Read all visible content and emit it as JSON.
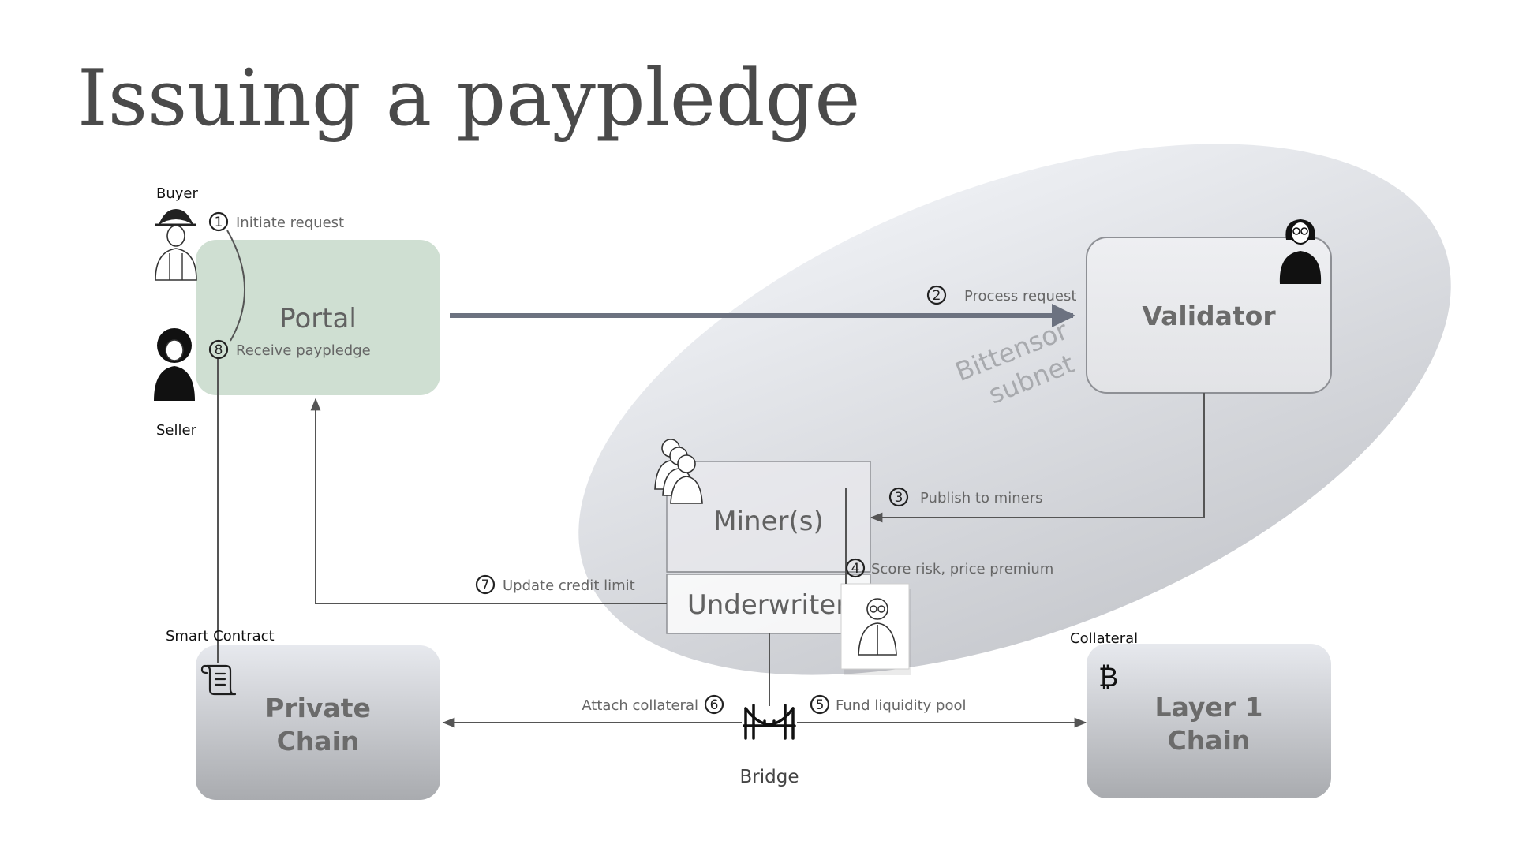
{
  "title": "Issuing a paypledge",
  "actors": {
    "buyer": "Buyer",
    "seller": "Seller",
    "smart_contract": "Smart Contract",
    "collateral": "Collateral"
  },
  "nodes": {
    "portal": "Portal",
    "validator": "Validator",
    "subnet_line1": "Bittensor",
    "subnet_line2": "subnet",
    "miners": "Miner(s)",
    "underwriter": "Underwriter",
    "private_chain_line1": "Private",
    "private_chain_line2": "Chain",
    "layer1_line1": "Layer 1",
    "layer1_line2": "Chain",
    "bridge": "Bridge"
  },
  "steps": [
    {
      "num": "1",
      "label": "Initiate request"
    },
    {
      "num": "2",
      "label": "Process request"
    },
    {
      "num": "3",
      "label": "Publish to miners"
    },
    {
      "num": "4",
      "label": "Score risk, price premium"
    },
    {
      "num": "5",
      "label": "Fund liquidity pool"
    },
    {
      "num": "6",
      "label": "Attach collateral"
    },
    {
      "num": "7",
      "label": "Update credit limit"
    },
    {
      "num": "8",
      "label": "Receive paypledge"
    }
  ],
  "icons": {
    "bitcoin": "₿",
    "scroll": "scroll-icon",
    "bridge": "bridge-icon"
  },
  "colors": {
    "portal_fill": "#cfdfd2",
    "subnet_ellipse": "#d9dbe0",
    "chain_box_top": "#e6e8ec",
    "chain_box_bottom": "#aeb0b4",
    "main_arrow": "#6c7280"
  }
}
